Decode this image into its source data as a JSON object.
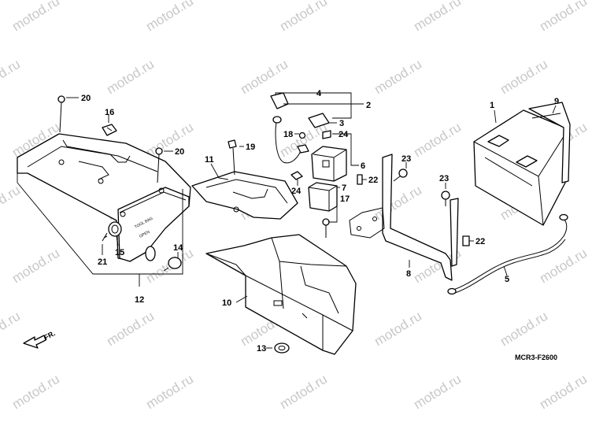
{
  "watermark": "motod.ru",
  "diagram_code": "MCR3-F2600",
  "front_marker": "FR.",
  "case_labels": [
    "TOOL BAG",
    "OPEN"
  ],
  "callouts": [
    "1",
    "2",
    "3",
    "4",
    "5",
    "6",
    "7",
    "8",
    "9",
    "10",
    "11",
    "12",
    "13",
    "14",
    "15",
    "16",
    "17",
    "18",
    "19",
    "20",
    "21",
    "22",
    "23",
    "24"
  ],
  "colors": {
    "line": "#000000",
    "watermark": "#c8c8c8",
    "background": "#ffffff"
  }
}
